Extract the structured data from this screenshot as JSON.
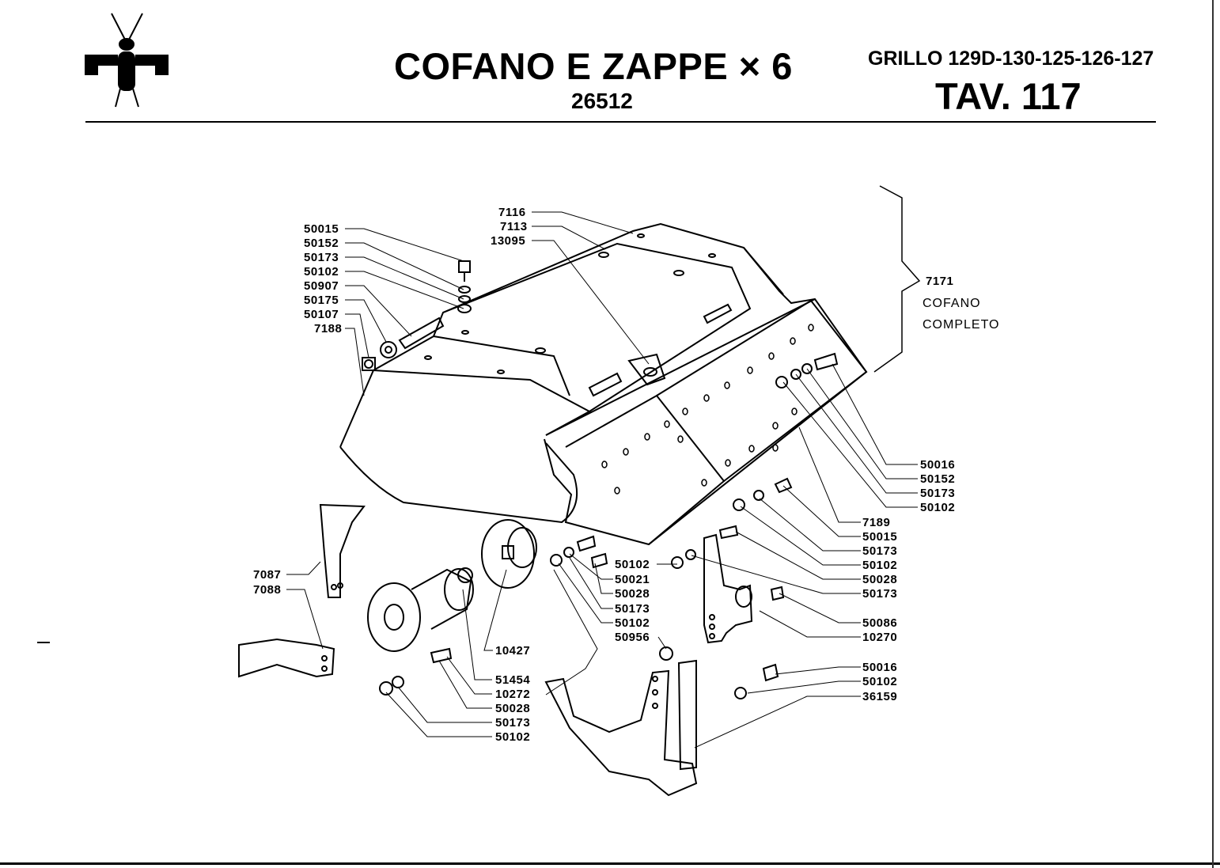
{
  "header": {
    "title": "COFANO E ZAPPE × 6",
    "code": "26512",
    "model": "GRILLO 129D-130-125-126-127",
    "table": "TAV. 117"
  },
  "assembly_label": {
    "number": "7171",
    "line1": "COFANO",
    "line2": "COMPLETO"
  },
  "parts": {
    "p7116": "7116",
    "p7113": "7113",
    "p13095": "13095",
    "l50015": "50015",
    "l50152": "50152",
    "l50173": "50173",
    "l50102": "50102",
    "l50907": "50907",
    "l50175": "50175",
    "l50107": "50107",
    "l7188": "7188",
    "r50016": "50016",
    "r50152": "50152",
    "r50173": "50173",
    "r50102": "50102",
    "r7189": "7189",
    "r50015": "50015",
    "r50173b": "50173",
    "r50102b": "50102",
    "r50028": "50028",
    "r50173c": "50173",
    "r50086": "50086",
    "r10270": "10270",
    "r50016b": "50016",
    "r50102c": "50102",
    "r36159": "36159",
    "m50102": "50102",
    "m50021": "50021",
    "m50028": "50028",
    "m50173": "50173",
    "m50102b": "50102",
    "m50956": "50956",
    "b7087": "7087",
    "b7088": "7088",
    "b10427": "10427",
    "b51454": "51454",
    "b10272": "10272",
    "b50028": "50028",
    "b50173": "50173",
    "b50102": "50102"
  }
}
